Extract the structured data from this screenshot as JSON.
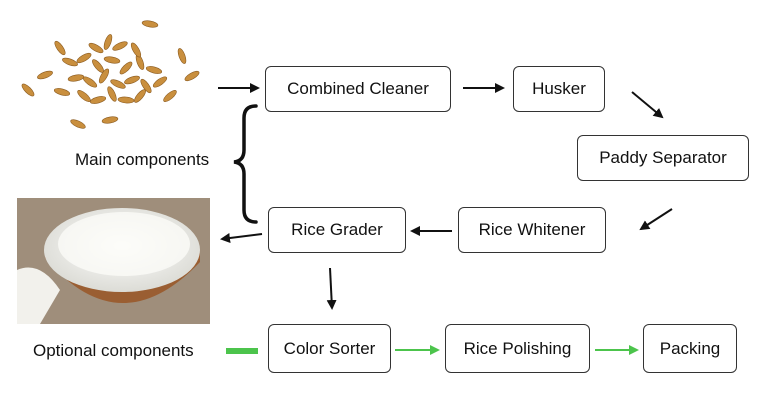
{
  "steps": {
    "combined_cleaner": "Combined Cleaner",
    "husker": "Husker",
    "paddy_separator": "Paddy Separator",
    "rice_whitener": "Rice Whitener",
    "rice_grader": "Rice Grader",
    "color_sorter": "Color Sorter",
    "rice_polishing": "Rice Polishing",
    "packing": "Packing"
  },
  "labels": {
    "main_components": "Main components",
    "optional_components": "Optional components"
  },
  "images": {
    "input": "paddy-grains-photo",
    "output": "white-rice-bowl-photo"
  },
  "colors": {
    "main_arrow": "#111111",
    "optional_arrow": "#4cc44c",
    "box_border": "#333333"
  }
}
